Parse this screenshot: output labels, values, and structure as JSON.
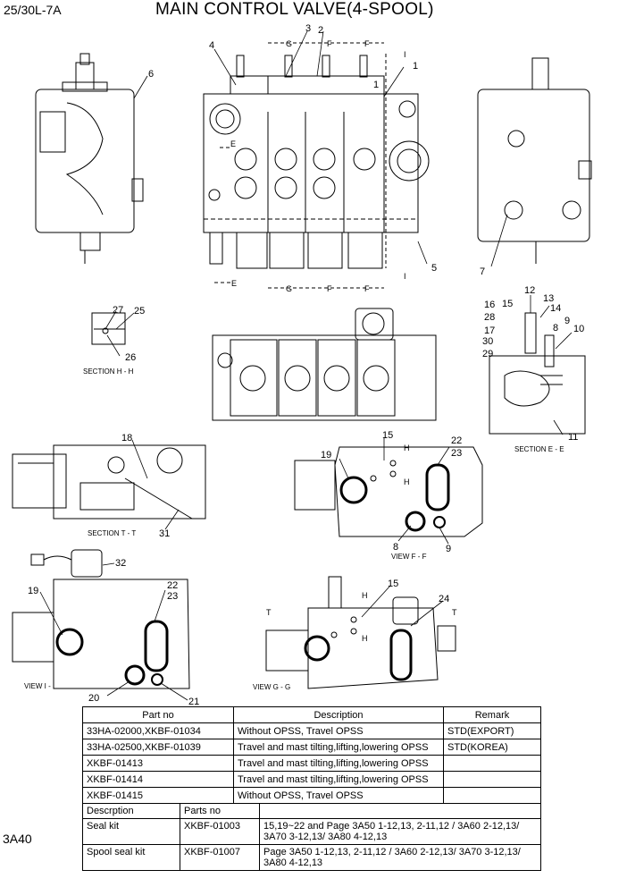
{
  "header": {
    "model": "25/30L-7A",
    "title": "MAIN CONTROL VALVE(4-SPOOL)",
    "page_code": "3A40"
  },
  "section_labels": {
    "section_hh": "SECTION H - H",
    "section_ee": "SECTION E - E",
    "section_tt": "SECTION T - T",
    "view_ff": "VIEW F - F",
    "view_ii": "VIEW I - I",
    "view_gg": "VIEW G - G"
  },
  "callouts": [
    "1",
    "2",
    "3",
    "4",
    "5",
    "6",
    "7",
    "8",
    "9",
    "10",
    "11",
    "12",
    "13",
    "14",
    "15",
    "16",
    "17",
    "18",
    "19",
    "20",
    "21",
    "22",
    "23",
    "24",
    "25",
    "26",
    "27",
    "28",
    "29",
    "30",
    "31",
    "32"
  ],
  "cut_marks": [
    "E",
    "G",
    "F",
    "I",
    "H",
    "T"
  ],
  "parts_table": {
    "headers": [
      "Part no",
      "Description",
      "Remark"
    ],
    "rows": [
      [
        "33HA-02000,XKBF-01034",
        "Without OPSS, Travel OPSS",
        "STD(EXPORT)"
      ],
      [
        "33HA-02500,XKBF-01039",
        "Travel and mast tilting,lifting,lowering OPSS",
        "STD(KOREA)"
      ],
      [
        "XKBF-01413",
        "Travel and mast tilting,lifting,lowering OPSS",
        ""
      ],
      [
        "XKBF-01414",
        "Travel and mast tilting,lifting,lowering OPSS",
        ""
      ],
      [
        "XKBF-01415",
        "Without OPSS, Travel OPSS",
        ""
      ]
    ]
  },
  "kits_table": {
    "headers": [
      "Descrption",
      "Parts no",
      ""
    ],
    "rows": [
      [
        "Seal kit",
        "XKBF-01003",
        "15,19~22 and Page 3A50 1-12,13, 2-11,12 / 3A60 2-12,13/ 3A70 3-12,13/ 3A80 4-12,13"
      ],
      [
        "Spool seal kit",
        "XKBF-01007",
        "Page 3A50 1-12,13, 2-11,12 / 3A60 2-12,13/ 3A70 3-12,13/ 3A80 4-12,13"
      ]
    ]
  }
}
